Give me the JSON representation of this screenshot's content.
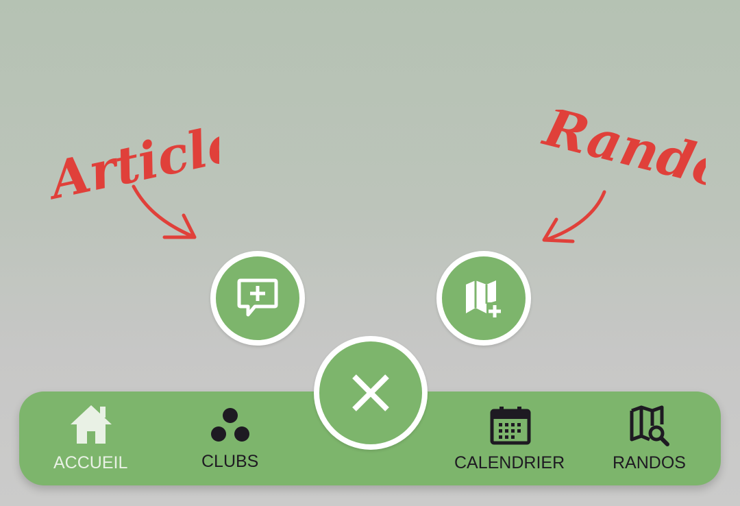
{
  "annotations": {
    "article": "Article",
    "rando": "Rando"
  },
  "fabs": [
    {
      "name": "add-article-button",
      "icon": "comment-plus-icon"
    },
    {
      "name": "add-rando-button",
      "icon": "map-plus-icon"
    },
    {
      "name": "close-menu-button",
      "icon": "close-icon"
    }
  ],
  "nav": {
    "items": [
      {
        "label": "ACCUEIL",
        "icon": "home-icon",
        "active": true
      },
      {
        "label": "CLUBS",
        "icon": "clubs-icon",
        "active": false
      },
      {
        "label": "CALENDRIER",
        "icon": "calendar-icon",
        "active": false
      },
      {
        "label": "RANDOS",
        "icon": "map-search-icon",
        "active": false
      }
    ]
  },
  "colors": {
    "accent_green": "#7db56c",
    "annotation_red": "#e0403a",
    "active_label": "#e9f1e5",
    "inactive_label": "#1e1a22"
  }
}
